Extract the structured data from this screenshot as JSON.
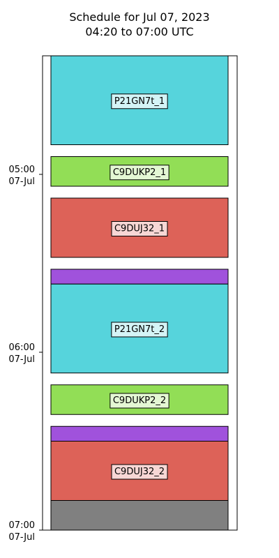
{
  "chart_data": {
    "type": "bar",
    "orientation": "vertical-timeline",
    "title": "Schedule for Jul 07, 2023",
    "subtitle": "04:20 to 07:00 UTC",
    "xlabel": "",
    "ylabel": "",
    "y_range": [
      "2023-07-07T04:20",
      "2023-07-07T07:00"
    ],
    "y_ticks": [
      {
        "time": "05:00",
        "date": "07-Jul",
        "value": "2023-07-07T05:00"
      },
      {
        "time": "06:00",
        "date": "07-Jul",
        "value": "2023-07-07T06:00"
      },
      {
        "time": "07:00",
        "date": "07-Jul",
        "value": "2023-07-07T07:00"
      }
    ],
    "grid": false,
    "events": [
      {
        "label": "P21GN7t_1",
        "start": "04:20",
        "end": "04:50",
        "color": "#56d4dc"
      },
      {
        "label": "C9DUKP2_1",
        "start": "04:54",
        "end": "05:04",
        "color": "#92de56"
      },
      {
        "label": "C9DUJ32_1",
        "start": "05:08",
        "end": "05:28",
        "color": "#dd6258"
      },
      {
        "label": "",
        "start": "05:32",
        "end": "05:37",
        "color": "#a052dc"
      },
      {
        "label": "P21GN7t_2",
        "start": "05:37",
        "end": "06:07",
        "color": "#56d4dc"
      },
      {
        "label": "C9DUKP2_2",
        "start": "06:11",
        "end": "06:21",
        "color": "#92de56"
      },
      {
        "label": "",
        "start": "06:25",
        "end": "06:30",
        "color": "#a052dc"
      },
      {
        "label": "C9DUJ32_2",
        "start": "06:30",
        "end": "06:50",
        "color": "#dd6258"
      },
      {
        "label": "",
        "start": "06:50",
        "end": "07:00",
        "color": "#808080"
      }
    ]
  }
}
